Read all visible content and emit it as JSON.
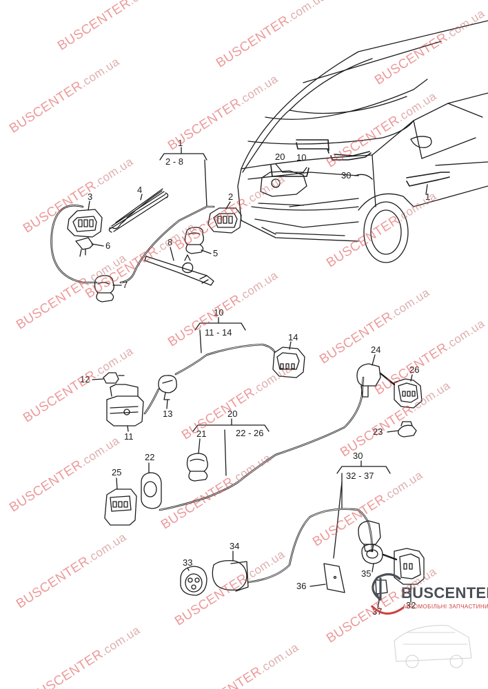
{
  "watermark": {
    "text": "BUSCENTER",
    "domain": ".com.ua",
    "color": "#dc4646"
  },
  "logo": {
    "name": "BUSCENTER",
    "tagline": "АВТОМОБІЛЬНІ ЗАПЧАСТИНИ",
    "accent_color": "#d04040"
  },
  "callouts": {
    "g1": "1",
    "g1_range": "2 - 8",
    "p2": "2",
    "p3": "3",
    "p4": "4",
    "p5": "5",
    "p6": "6",
    "p7": "7",
    "p8": "8",
    "g10": "10",
    "g10_range": "11 - 14",
    "p11": "11",
    "p12": "12",
    "p13": "13",
    "p14": "14",
    "g20": "20",
    "g20_range": "22 - 26",
    "p21": "21",
    "p22": "22",
    "p23": "23",
    "p24": "24",
    "p25": "25",
    "p26": "26",
    "g30": "30",
    "g30_range": "32 - 37",
    "p33": "33",
    "p34": "34",
    "p35": "35",
    "p36": "36",
    "p37": "37",
    "p32": "32",
    "van10": "10",
    "van20": "20",
    "van30": "30",
    "van1": "1"
  }
}
